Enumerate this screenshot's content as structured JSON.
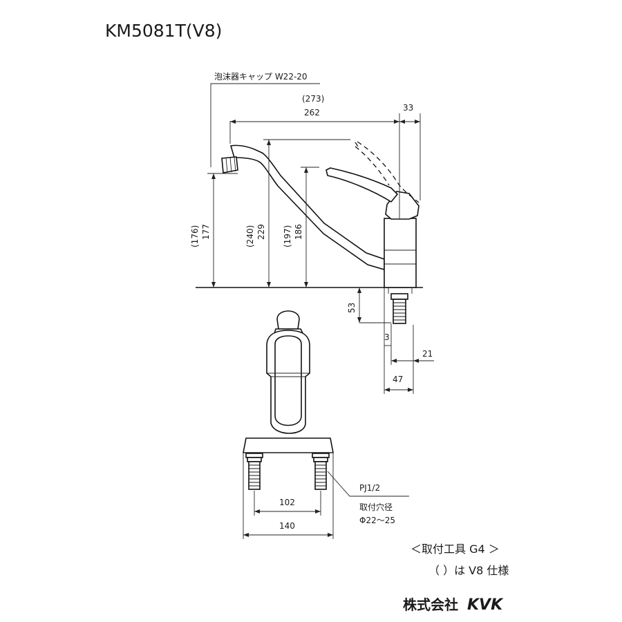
{
  "title": "KM5081T(V8)",
  "labels": {
    "aerator": "泡沫器キャップ W22-20",
    "pipe_thread": "PJ1/2",
    "hole_title": "取付穴径",
    "hole_size": "Φ22～25",
    "tool": "＜取付工具 G4 ＞",
    "v8_note": "（ ）は V8 仕様",
    "maker_jp": "株式会社",
    "maker_logo": "KVK"
  },
  "dims": {
    "spout_reach_v8": "(273)",
    "spout_reach": "262",
    "lever_offset": "33",
    "outlet_h_v8": "(176)",
    "outlet_h": "177",
    "total_h_v8": "(240)",
    "total_h": "229",
    "lever_h_v8": "(197)",
    "lever_h": "186",
    "shank": "53",
    "gap": "3",
    "shank_dia": "21",
    "body_dia": "47",
    "pitch": "102",
    "base_w": "140"
  }
}
